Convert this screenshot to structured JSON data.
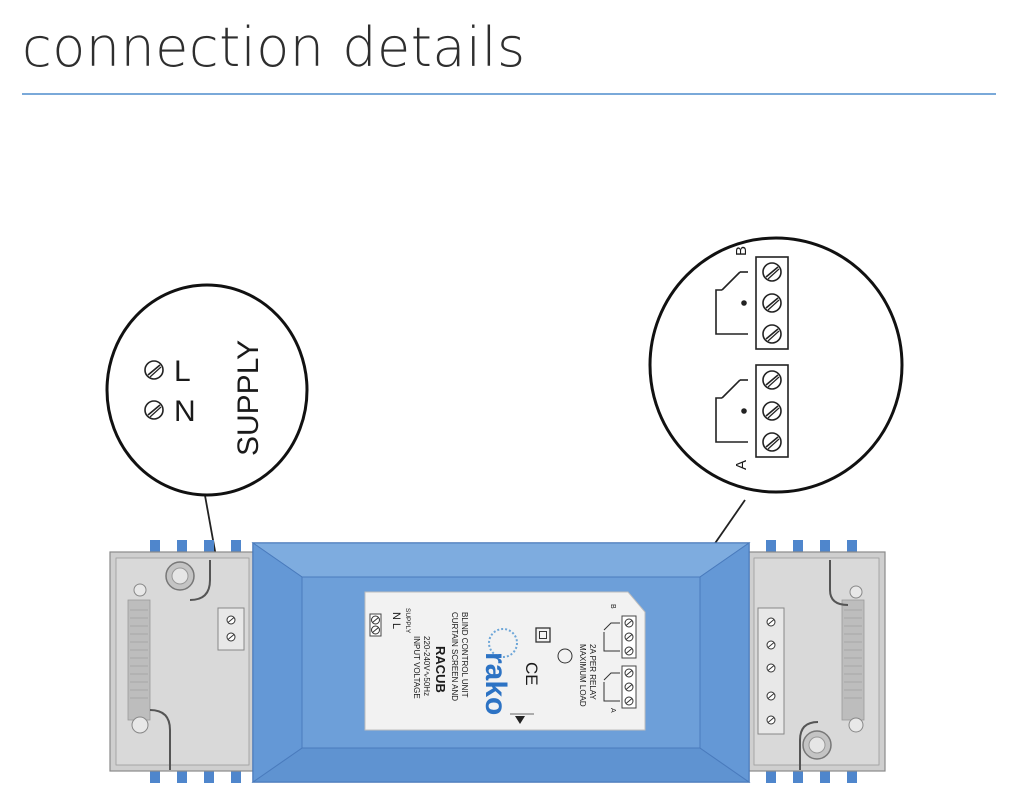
{
  "title": "connection details",
  "colors": {
    "accent_rule": "#7aa9d9",
    "housing_blue": "#6d9fd9",
    "end_cap_gray": "#cfcfcf",
    "label_white": "#f2f2f2"
  },
  "supply_callout": {
    "terminal_l": "L",
    "terminal_n": "N",
    "supply_label": "SUPPLY"
  },
  "relay_callout": {
    "relay_b": "B",
    "relay_a": "A"
  },
  "device_label": {
    "brand": "rako",
    "model": "RACUB",
    "terminals": "N L",
    "supply_small": "SUPPLY",
    "input_voltage_1": "INPUT VOLTAGE",
    "input_voltage_2": "220-240V∿50Hz",
    "desc_1": "CURTAIN SCREEN AND",
    "desc_2": "BLIND CONTROL UNIT",
    "ce": "CE",
    "max_load_1": "MAXIMUM LOAD",
    "max_load_2": "2A PER RELAY",
    "relay_a_small": "A",
    "relay_b_small": "B"
  }
}
